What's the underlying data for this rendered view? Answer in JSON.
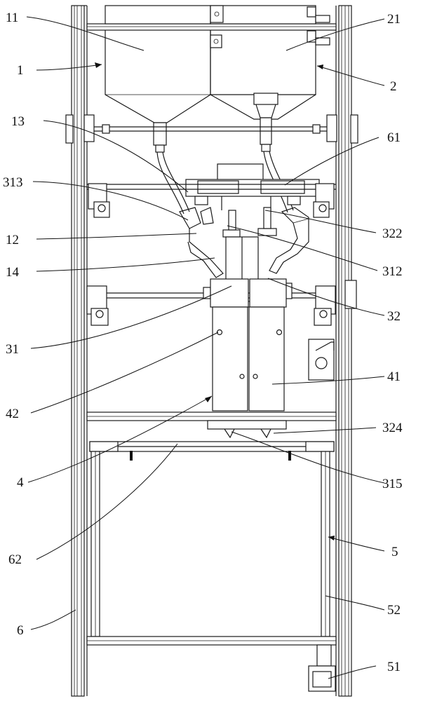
{
  "figure": {
    "type": "mechanical-drawing",
    "colors": {
      "line": "#1a1a1a",
      "background": "#ffffff"
    }
  },
  "labels": {
    "l11": "11",
    "l21": "21",
    "l1": "1",
    "l2": "2",
    "l13": "13",
    "l61": "61",
    "l313": "313",
    "l322": "322",
    "l12": "12",
    "l312": "312",
    "l14": "14",
    "l32": "32",
    "l31": "31",
    "l41": "41",
    "l42": "42",
    "l324": "324",
    "l4": "4",
    "l315": "315",
    "l62": "62",
    "l5": "5",
    "l52": "52",
    "l6": "6",
    "l51": "51"
  }
}
